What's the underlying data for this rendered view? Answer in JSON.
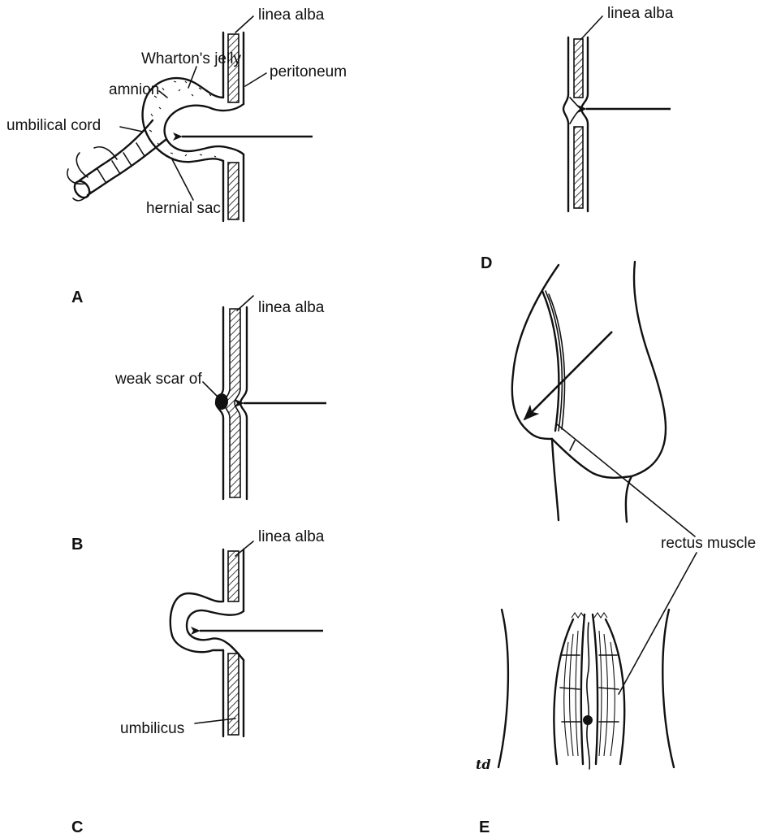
{
  "figure": {
    "panels": {
      "A": {
        "letter": "A",
        "labels": {
          "linea_alba": "linea alba",
          "whartons_jelly": "Wharton's jelly",
          "peritoneum": "peritoneum",
          "amnion": "amnion",
          "umbilical_cord": "umbilical cord",
          "hernial_sac": "hernial sac"
        }
      },
      "B": {
        "letter": "B",
        "labels": {
          "linea_alba": "linea alba",
          "weak_scar": "weak scar of"
        }
      },
      "C": {
        "letter": "C",
        "labels": {
          "linea_alba": "linea alba",
          "umbilicus": "umbilicus"
        }
      },
      "D": {
        "letter": "D",
        "labels": {
          "linea_alba": "linea alba"
        }
      },
      "E": {
        "letter": "E",
        "labels": {
          "rectus_muscle": "rectus muscle"
        },
        "artist_mark": "td"
      }
    },
    "colors": {
      "ink": "#111111",
      "background": "#ffffff"
    }
  }
}
